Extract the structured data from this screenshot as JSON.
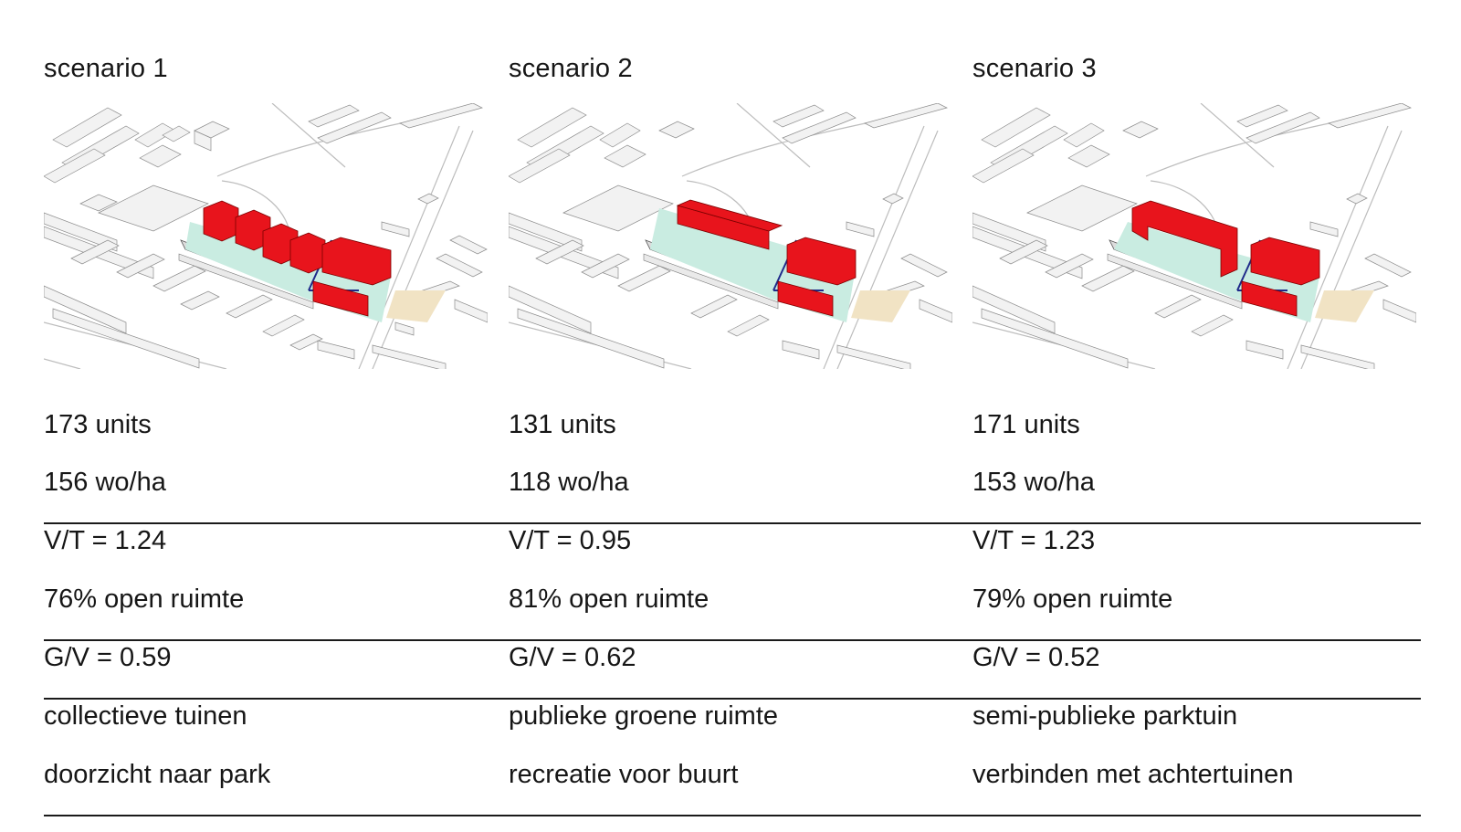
{
  "scenarios": [
    {
      "title": "scenario 1",
      "units": "173 units",
      "density": "156 wo/ha",
      "vt": "V/T = 1.24",
      "open_space": "76% open ruimte",
      "gv": "G/V = 0.59",
      "green_type": "collectieve tuinen",
      "quality": "doorzicht naar park"
    },
    {
      "title": "scenario 2",
      "units": "131 units",
      "density": "118 wo/ha",
      "vt": "V/T = 0.95",
      "open_space": "81% open ruimte",
      "gv": "G/V = 0.62",
      "green_type": "publieke groene ruimte",
      "quality": "recreatie voor buurt"
    },
    {
      "title": "scenario 3",
      "units": "171 units",
      "density": "153 wo/ha",
      "vt": "V/T = 1.23",
      "open_space": "79% open ruimte",
      "gv": "G/V = 0.52",
      "green_type": "semi-publieke parktuin",
      "quality": "verbinden met achtertuinen"
    }
  ],
  "colors": {
    "new_building": "#e8141c",
    "existing_building": "#f0f0f0",
    "green_space": "#c9ece1",
    "sand_plot": "#f1e3c4",
    "path_line": "#1f2a8a"
  }
}
